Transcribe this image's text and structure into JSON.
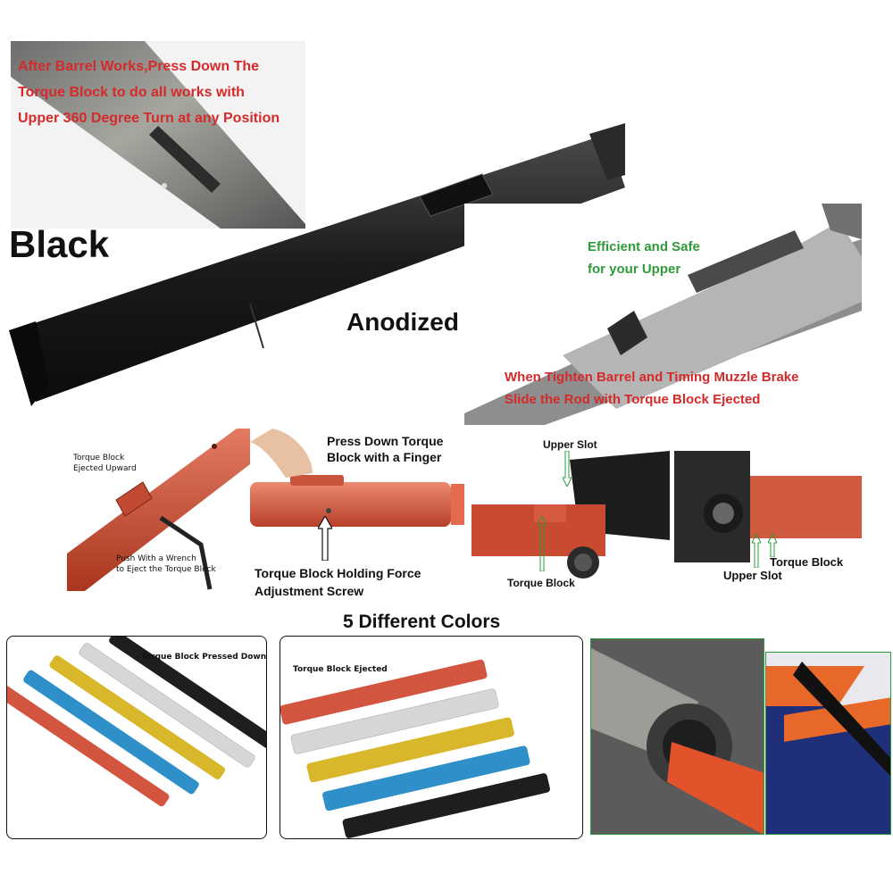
{
  "top_left": {
    "line1": "After Barrel Works,Press Down The",
    "line2": "Torque Block to do all works with",
    "line3": "Upper 360 Degree Turn at any Position"
  },
  "black_label": "Black",
  "anodized_label": "Anodized Black",
  "upper_right": {
    "green_line1": "Efficient and Safe",
    "green_line2": "for your Upper",
    "red_line1": "When Tighten Barrel and Timing Muzzle Brake",
    "red_line2": "Slide the Rod with Torque Block Ejected"
  },
  "mid_left": {
    "ejected_line1": "Torque Block",
    "ejected_line2": "Ejected Upward",
    "wrench_line1": "Push With a Wrench",
    "wrench_line2": "to Eject the Torque Block"
  },
  "mid_center": {
    "press_line1": "Press Down Torque",
    "press_line2": "Block with a Finger",
    "screw_line1": "Torque Block Holding Force",
    "screw_line2": "Adjustment Screw"
  },
  "mid_right": {
    "upper_slot_a": "Upper Slot",
    "torque_block_a": "Torque Block",
    "torque_block_b": "Torque Block",
    "upper_slot_b": "Upper Slot"
  },
  "colors_heading": "5 Different Colors",
  "bottom": {
    "pressed_label": "Torque Block Pressed Down",
    "ejected_label": "Torque Block Ejected"
  },
  "colors": {
    "red_rod": "#d2553f",
    "silver_rod": "#d6d6d6",
    "gold_rod": "#d8b72a",
    "blue_rod": "#2e8fc9",
    "black_rod": "#1e1e1e",
    "accent_red_text": "#d42a2a",
    "accent_green_text": "#2f9a3a"
  }
}
